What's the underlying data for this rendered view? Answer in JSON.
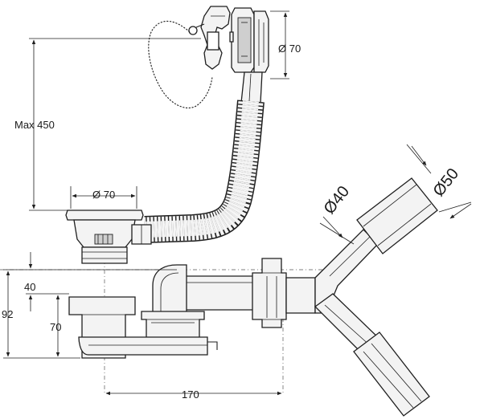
{
  "labels": {
    "max_height": "Max 450",
    "overflow_diameter": "Ø 70",
    "drain_diameter": "Ø 70",
    "outlet_d40": "Ø40",
    "outlet_d50": "Ø50",
    "height_40": "40",
    "height_92": "92",
    "height_70": "70",
    "width_170": "170"
  },
  "colors": {
    "line": "#1f1f1f",
    "pipe_fill": "#f3f3f3",
    "background": "#ffffff"
  }
}
